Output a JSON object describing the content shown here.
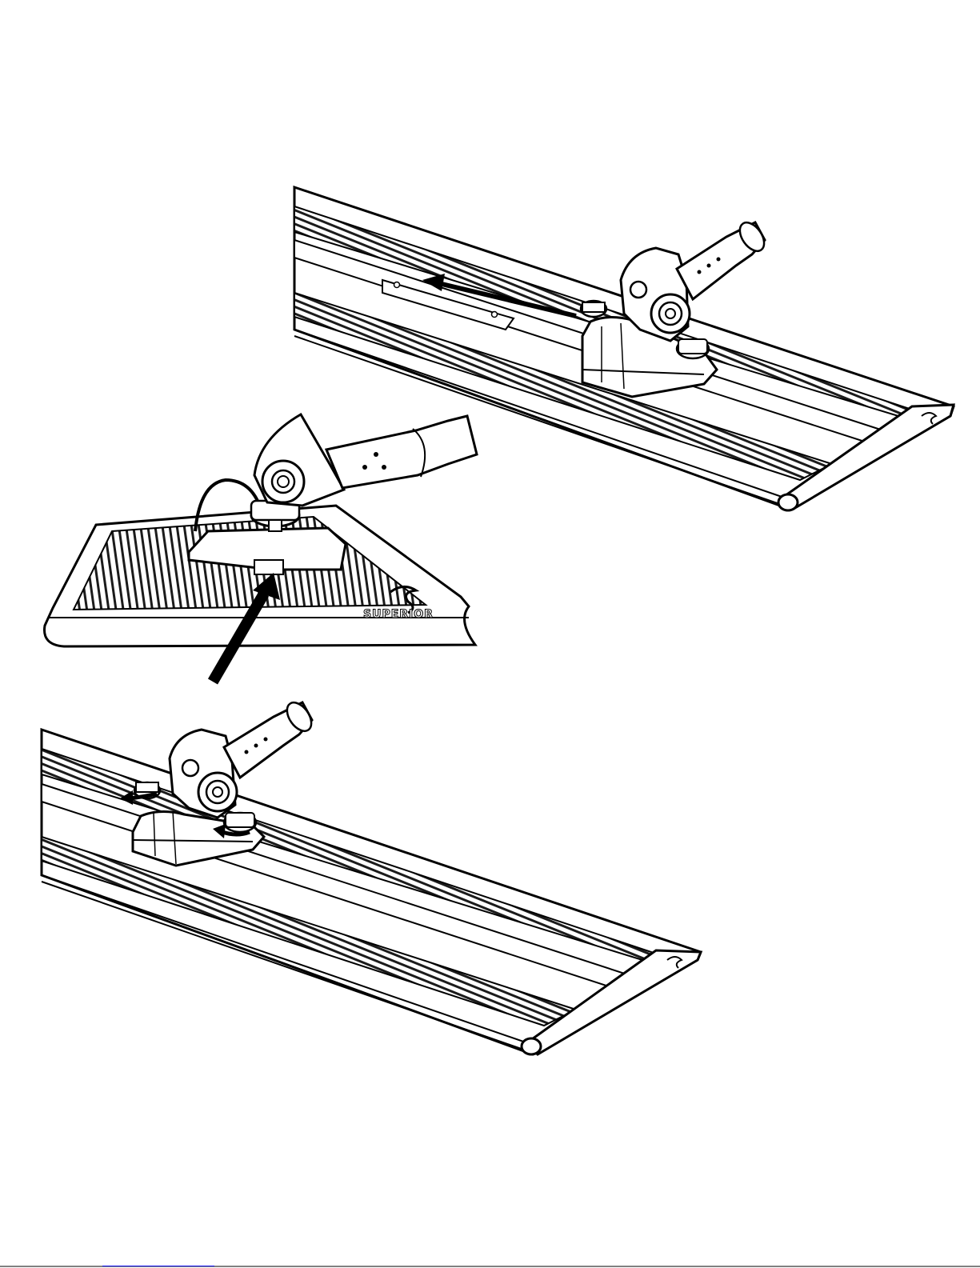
{
  "brand": {
    "logo_text": "SUPERIOR"
  },
  "colors": {
    "ink": "#000000",
    "paper": "#ffffff",
    "shade": "#3a3a3a",
    "link": "#1a1aff"
  },
  "figures": [
    {
      "id": "top",
      "subject": "rail-assembly",
      "arrow": "arrow-left"
    },
    {
      "id": "middle",
      "subject": "handle-base-detail",
      "arrow": "arrow-up-right"
    },
    {
      "id": "bottom",
      "subject": "rail-assembly",
      "arrow": "arrow-curved"
    }
  ]
}
